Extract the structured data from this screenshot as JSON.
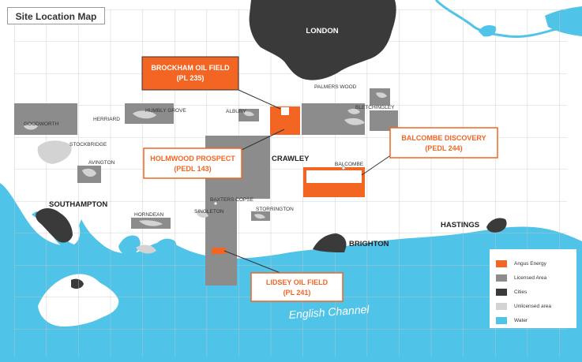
{
  "map": {
    "title": "Site Location Map",
    "colors": {
      "water": "#4fc3e8",
      "angus": "#f26522",
      "licensed": "#8c8c8c",
      "cities": "#3a3a3a",
      "unlicensed": "#d3d3d3",
      "grid": "#bdbdbd"
    },
    "cities": {
      "london": "LONDON",
      "crawley": "CRAWLEY",
      "southampton": "SOUTHAMPTON",
      "brighton": "BRIGHTON",
      "hastings": "HASTINGS"
    },
    "places": {
      "palmers_wood": "PALMERS WOOD",
      "bletchingley": "BLETCHINGLEY",
      "albury": "ALBURY",
      "humbly_grove": "HUMBLY GROVE",
      "herriard": "HERRIARD",
      "goodworth": "GOODWORTH",
      "stockbridge": "STOCKBRIDGE",
      "avington": "AVINGTON",
      "balcombe": "BALCOMBE",
      "baxters_copse": "BAXTERS COPSE",
      "horndean": "HORNDEAN",
      "singleton": "SINGLETON",
      "storrington": "STORRINGTON"
    },
    "callouts": {
      "brockham": {
        "line1": "BROCKHAM OIL FIELD",
        "line2": "(PL 235)"
      },
      "holmwood": {
        "line1": "HOLMWOOD PROSPECT",
        "line2": "(PEDL 143)"
      },
      "balcombe_discovery": {
        "line1": "BALCOMBE DISCOVERY",
        "line2": "(PEDL 244)"
      },
      "lidsey": {
        "line1": "LIDSEY OIL FIELD",
        "line2": "(PL 241)"
      }
    },
    "sea_label": "English Channel",
    "legend": [
      {
        "label": "Angus Energy",
        "color": "#f26522"
      },
      {
        "label": "Licensed Area",
        "color": "#8c8c8c"
      },
      {
        "label": "Cities",
        "color": "#3a3a3a"
      },
      {
        "label": "Unlicensed area",
        "color": "#d3d3d3"
      },
      {
        "label": "Water",
        "color": "#4fc3e8"
      }
    ]
  }
}
